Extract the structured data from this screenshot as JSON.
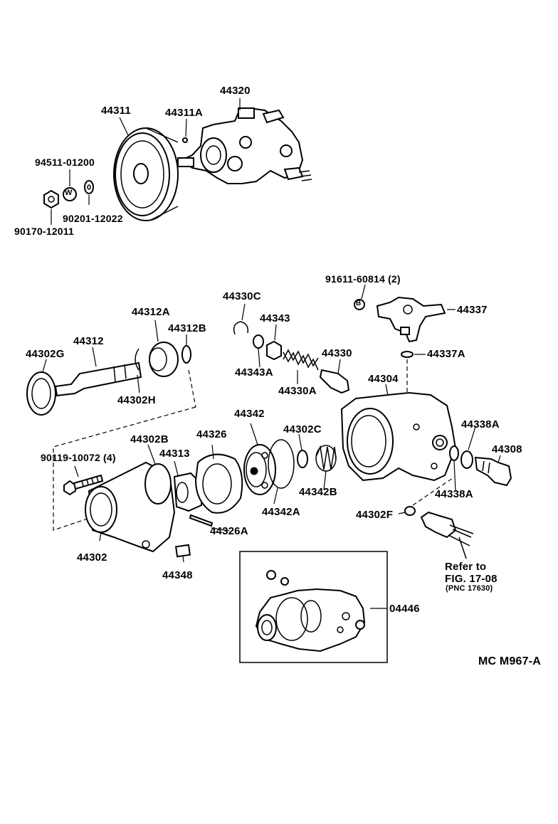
{
  "labels": {
    "p44320": "44320",
    "p44311": "44311",
    "p44311A": "44311A",
    "p94511": "94511-01200",
    "p90201": "90201-12022",
    "p90170": "90170-12011",
    "p91611": "91611-60814 (2)",
    "p44330C": "44330C",
    "p44343": "44343",
    "p44337": "44337",
    "p44312A": "44312A",
    "p44312B": "44312B",
    "p44302G": "44302G",
    "p44312": "44312",
    "p44330": "44330",
    "p44337A": "44337A",
    "p44343A": "44343A",
    "p44330A": "44330A",
    "p44304": "44304",
    "p44302H": "44302H",
    "p44342": "44342",
    "p44302B": "44302B",
    "p44326": "44326",
    "p44302C": "44302C",
    "p44338A_top": "44338A",
    "p90119": "90119-10072 (4)",
    "p44313": "44313",
    "p44308": "44308",
    "p44342B": "44342B",
    "p44338A_bot": "44338A",
    "p44342A": "44342A",
    "p44302F": "44302F",
    "p44326A": "44326A",
    "p44302": "44302",
    "p44348": "44348",
    "p04446": "04446",
    "refer1": "Refer to",
    "refer2": "FIG. 17-08",
    "refer3": "(PNC 17630)",
    "code": "MC M967-A"
  },
  "bolt_marks": {
    "w": "W",
    "b": "B"
  }
}
